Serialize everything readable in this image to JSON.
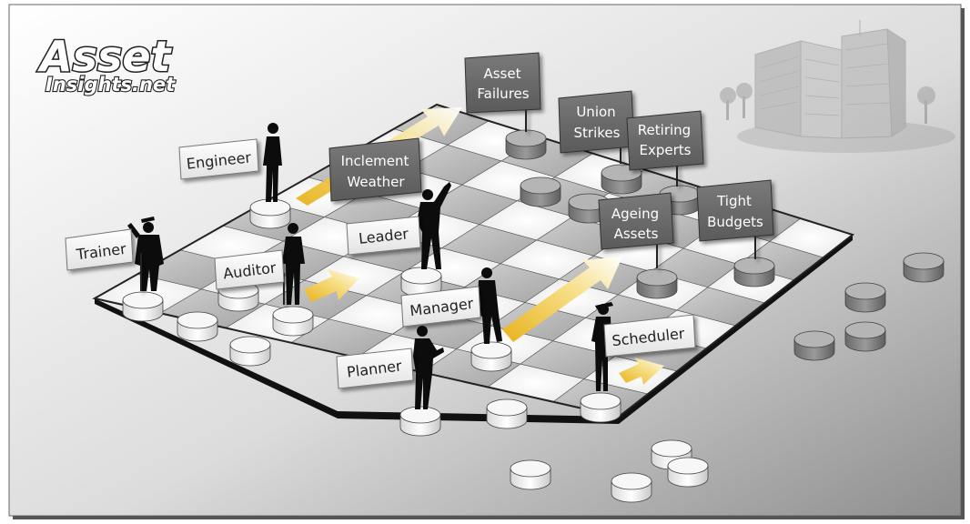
{
  "logo": {
    "line1": "Asset",
    "line2": "Insights.net"
  },
  "roles": {
    "trainer": "Trainer",
    "engineer": "Engineer",
    "auditor": "Auditor",
    "leader": "Leader",
    "manager": "Manager",
    "planner": "Planner",
    "scheduler": "Scheduler"
  },
  "challenges": {
    "asset_failures": [
      "Asset",
      "Failures"
    ],
    "union_strikes": [
      "Union",
      "Strikes"
    ],
    "retiring_experts": [
      "Retiring",
      "Experts"
    ],
    "inclement_weather": [
      "Inclement",
      "Weather"
    ],
    "ageing_assets": [
      "Ageing",
      "Assets"
    ],
    "tight_budgets": [
      "Tight",
      "Budgets"
    ]
  },
  "colors": {
    "role_sign_fill": "#f2f2f2",
    "challenge_sign_fill": "#6b6b6b",
    "board_light": "#f5f5f5",
    "board_dark": "#bdbdbd",
    "arrow": "#f2c94c",
    "frame_border": "#000000"
  }
}
